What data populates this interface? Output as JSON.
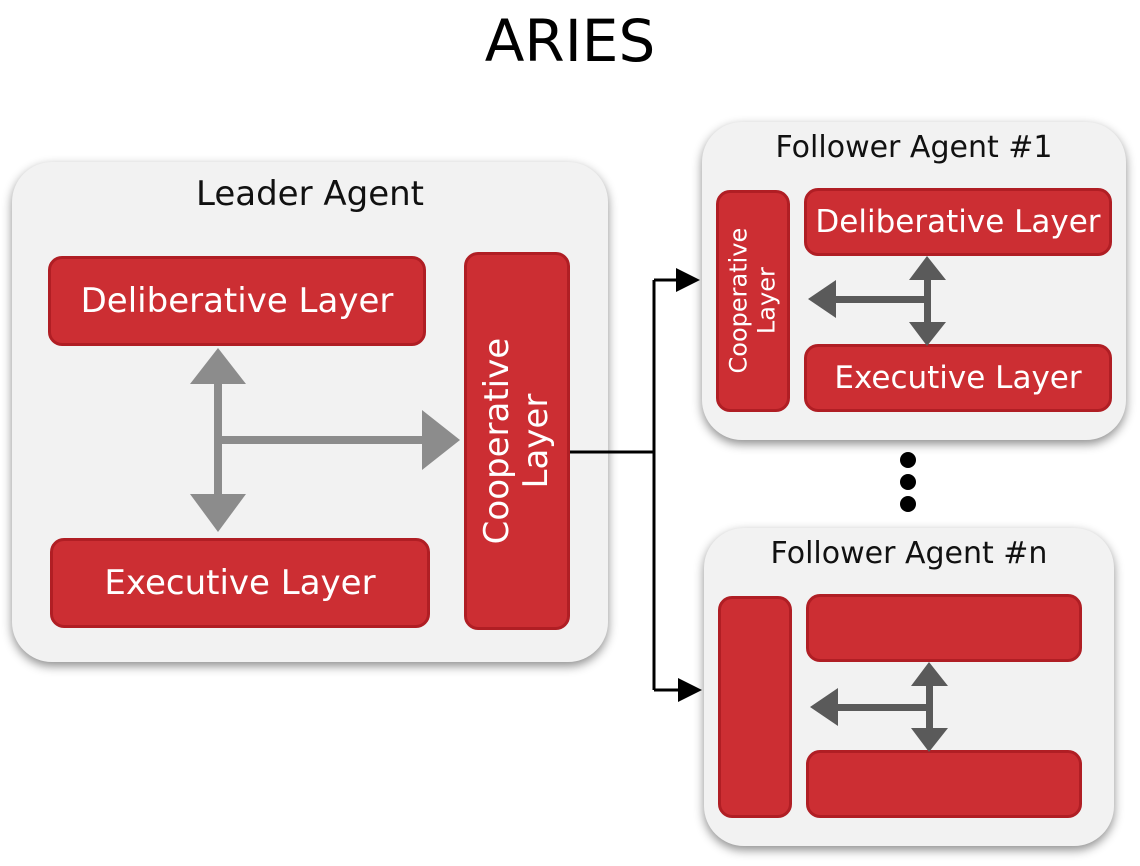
{
  "title": "ARIES",
  "leader": {
    "label": "Leader Agent",
    "deliberative": "Deliberative Layer",
    "executive": "Executive Layer",
    "cooperative_line1": "Cooperative",
    "cooperative_line2": "Layer"
  },
  "follower1": {
    "label": "Follower Agent #1",
    "deliberative": "Deliberative Layer",
    "executive": "Executive Layer",
    "cooperative_line1": "Cooperative",
    "cooperative_line2": "Layer"
  },
  "followerN": {
    "label": "Follower Agent #n",
    "deliberative": "",
    "executive": "",
    "cooperative": ""
  },
  "ellipsis_dots": 3,
  "colors": {
    "layer_fill": "#cc2e33",
    "layer_border": "#b01e24",
    "panel_fill": "#f2f2f2",
    "arrow_leader": "#8c8c8c",
    "arrow_follower": "#5a5a5a",
    "connector": "#000000"
  }
}
